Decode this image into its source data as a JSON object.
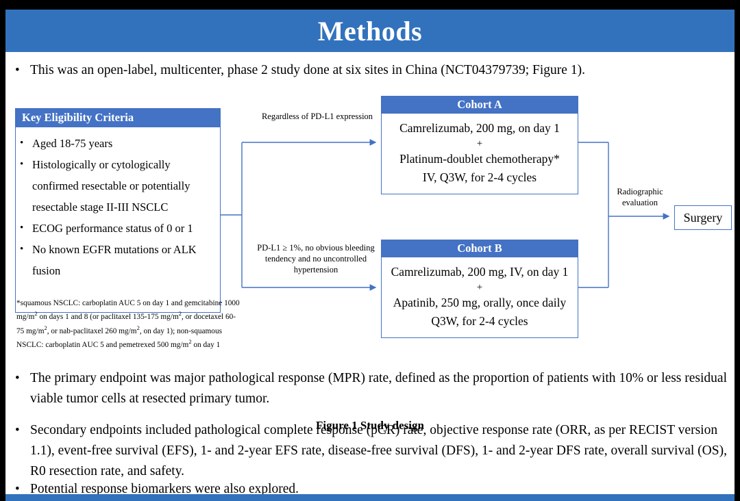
{
  "slide": {
    "title": "Methods",
    "accent_color": "#3272bd",
    "box_header_color": "#4472c4",
    "lead_bullet": "This was an open-label, multicenter, phase 2 study done at six sites in China (NCT04379739; Figure 1).",
    "bullet_marker": "•"
  },
  "figure": {
    "caption": "Figure 1 Study design",
    "criteria": {
      "header": "Key  Eligibility Criteria",
      "items": [
        "Aged 18-75 years",
        "Histologically or cytologically confirmed resectable or potentially resectable stage II-III  NSCLC",
        "ECOG performance status of 0 or 1",
        "No known EGFR mutations or ALK fusion"
      ]
    },
    "footnote": "*squamous NSCLC: carboplatin AUC 5 on day 1 and gemcitabine 1000 mg/m2 on days 1 and 8 (or paclitaxel 135-175 mg/m2, or docetaxel 60-75 mg/m2, or nab-paclitaxel 260 mg/m2, on day 1); non-squamous NSCLC: carboplatin AUC 5 and pemetrexed 500 mg/m2 on day 1",
    "cohort_a": {
      "header": "Cohort A",
      "line1": "Camrelizumab, 200 mg, on day 1",
      "plus": "+",
      "line2": "Platinum-doublet chemotherapy*",
      "line3": "IV, Q3W, for 2-4 cycles"
    },
    "cohort_b": {
      "header": "Cohort B",
      "line1": "Camrelizumab, 200 mg, IV, on day 1",
      "plus": "+",
      "line2": "Apatinib, 250 mg, orally, once daily",
      "line3": "Q3W, for 2-4 cycles"
    },
    "connectors": {
      "top_label": "Regardless  of PD-L1 expression",
      "bottom_label": "PD-L1 ≥ 1%, no obvious bleeding tendency and no uncontrolled  hypertension",
      "right_label": "Radiographic evaluation"
    },
    "surgery": "Surgery"
  },
  "bullets": [
    "The primary endpoint was major pathological response (MPR) rate, defined as the proportion of patients with 10% or less residual viable tumor cells at resected primary tumor.",
    "Secondary endpoints included pathological complete response (pCR) rate, objective response rate (ORR, as per RECIST version 1.1), event-free survival (EFS), 1- and 2-year EFS rate, disease-free survival (DFS), 1- and 2-year DFS rate, overall survival (OS), R0 resection rate, and safety.",
    "Potential response biomarkers were also explored."
  ]
}
